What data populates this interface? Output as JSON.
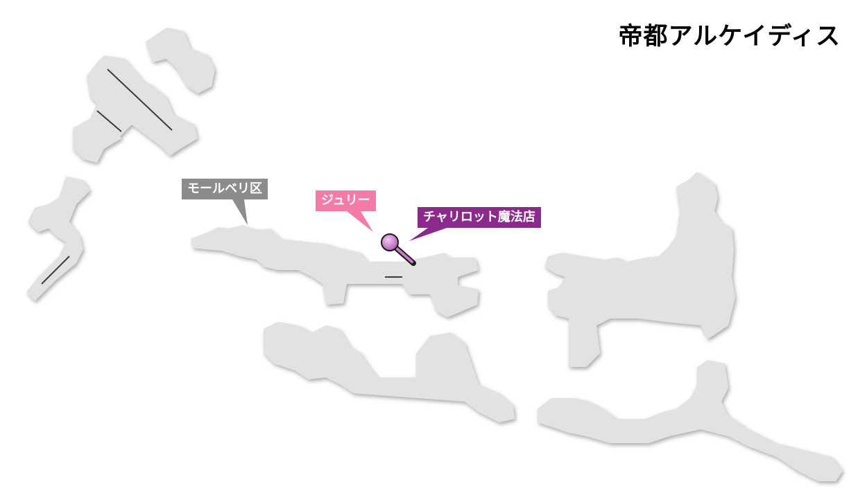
{
  "map": {
    "title": "帝都アルケイディス",
    "floor_color": "#e2e2e2",
    "shadow_color": "#9d9d9d"
  },
  "labels": {
    "district": {
      "text": "モールベリ区",
      "color": "#8c8c8c"
    },
    "npc": {
      "text": "ジュリー",
      "color": "#f47aa8"
    },
    "shop": {
      "text": "チャリロット魔法店",
      "color": "#8b2a8d"
    }
  },
  "marker": {
    "icon": "pin-marker-icon",
    "color": "#c47ac4"
  }
}
